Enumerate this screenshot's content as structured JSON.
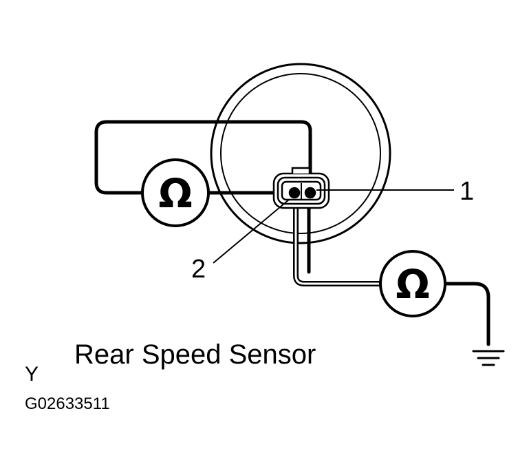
{
  "diagram": {
    "caption": "Rear Speed Sensor",
    "callouts": [
      {
        "id": "terminal-1",
        "label": "1"
      },
      {
        "id": "terminal-2",
        "label": "2"
      }
    ],
    "meters": [
      {
        "id": "ohmmeter-left",
        "symbol": "Ω"
      },
      {
        "id": "ohmmeter-right",
        "symbol": "Ω"
      }
    ],
    "corner_letter": "Y",
    "figure_code": "G02633511",
    "colors": {
      "ink": "#000000",
      "background": "#ffffff"
    }
  }
}
